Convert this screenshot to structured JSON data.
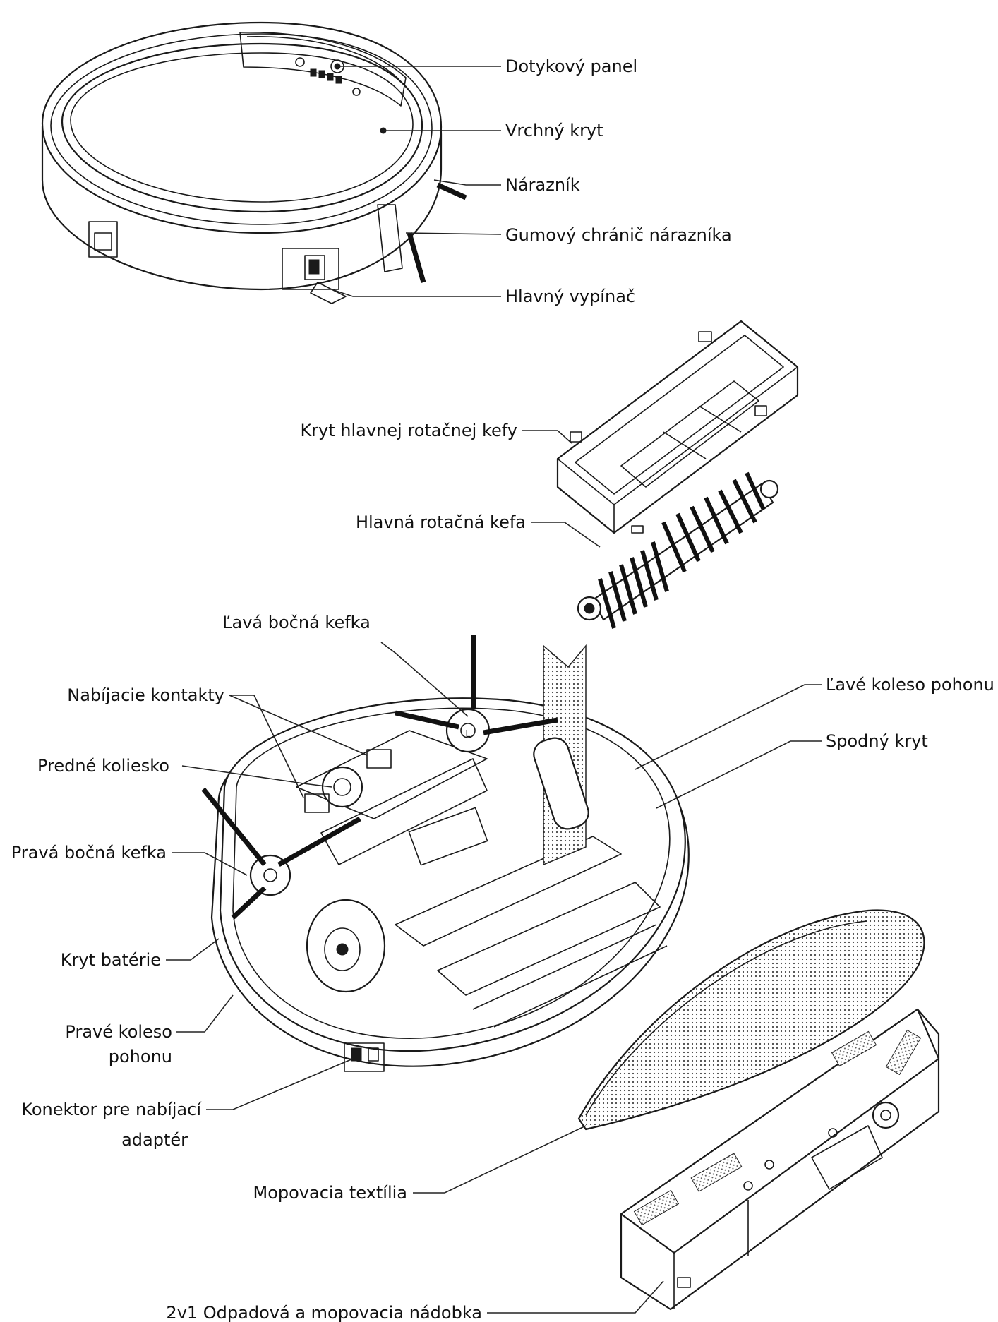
{
  "labels": {
    "touch_panel": "Dotykový panel",
    "top_cover": "Vrchný kryt",
    "bumper": "Nárazník",
    "bumper_guard": "Gumový chránič nárazníka",
    "main_switch": "Hlavný vypínač",
    "main_brush_cover": "Kryt hlavnej rotačnej kefy",
    "main_brush": "Hlavná rotačná kefa",
    "left_side_brush": "Ľavá bočná kefka",
    "charging_contacts": "Nabíjacie kontakty",
    "left_drive_wheel": "Ľavé koleso pohonu",
    "bottom_cover": "Spodný kryt",
    "front_caster": "Predné koliesko",
    "right_side_brush": "Pravá bočná kefka",
    "battery_cover": "Kryt batérie",
    "right_drive_wheel_1": "Pravé koleso",
    "right_drive_wheel_2": "pohonu",
    "charger_connector_1": "Konektor pre nabíjací",
    "charger_connector_2": "adaptér",
    "mop_cloth": "Mopovacia textília",
    "bin_2in1": "2v1 Odpadová a mopovacia nádobka"
  },
  "marks": {
    "left_marker": "L"
  }
}
